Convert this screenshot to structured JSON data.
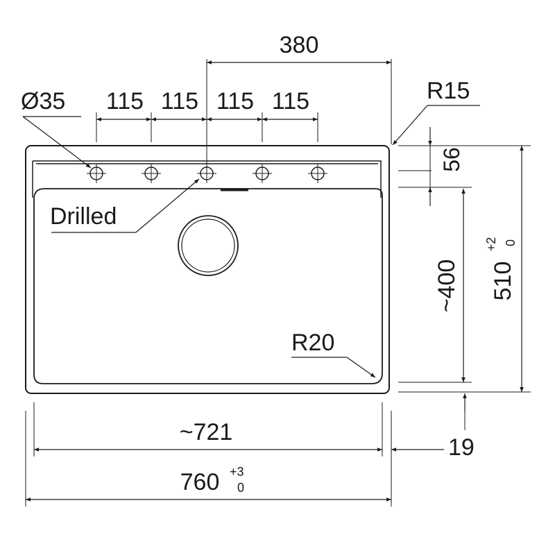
{
  "drawing": {
    "labels": {
      "overall_top": "380",
      "hole_diameter": "Ø35",
      "hole_spacing": [
        "115",
        "115",
        "115",
        "115"
      ],
      "corner_outer": "R15",
      "deck_depth": "56",
      "drilled": "Drilled",
      "bowl_depth": "~400",
      "overall_depth": "510",
      "overall_depth_tol_plus": "+2",
      "overall_depth_tol_minus": "0",
      "bowl_corner": "R20",
      "bowl_width": "~721",
      "side_offset": "19",
      "overall_width": "760",
      "overall_width_tol_plus": "+3",
      "overall_width_tol_minus": "0"
    },
    "colors": {
      "line": "#1a1a1a",
      "background": "#ffffff"
    }
  }
}
